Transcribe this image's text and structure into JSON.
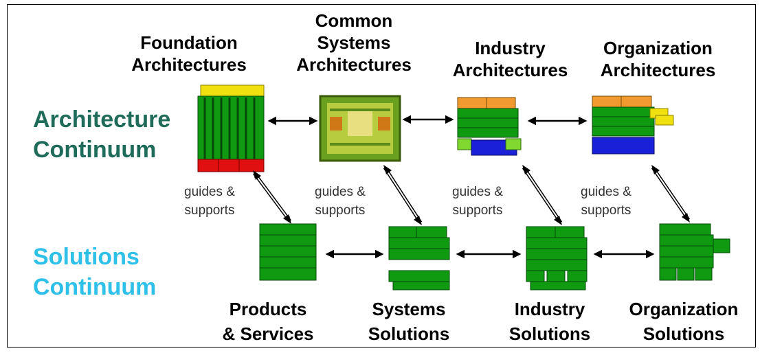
{
  "colors": {
    "architecture_continuum": "#1f6b5a",
    "solutions_continuum": "#2ec0e8",
    "green_block": "#0f9a12",
    "yellow_block": "#f0e010",
    "red_block": "#e01010",
    "orange_block": "#f09a30",
    "blue_block": "#1a20d8",
    "light_green_block": "#80d830"
  },
  "continua": {
    "architecture": "Architecture\nContinuum",
    "solutions": "Solutions\nContinuum"
  },
  "architectures": [
    {
      "label": "Foundation\nArchitectures"
    },
    {
      "label": "Common\nSystems\nArchitectures"
    },
    {
      "label": "Industry\nArchitectures"
    },
    {
      "label": "Organization\nArchitectures"
    }
  ],
  "solutions": [
    {
      "label": "Products\n& Services"
    },
    {
      "label": "Systems\nSolutions"
    },
    {
      "label": "Industry\nSolutions"
    },
    {
      "label": "Organization\nSolutions"
    }
  ],
  "relation_label": "guides &\nsupports"
}
